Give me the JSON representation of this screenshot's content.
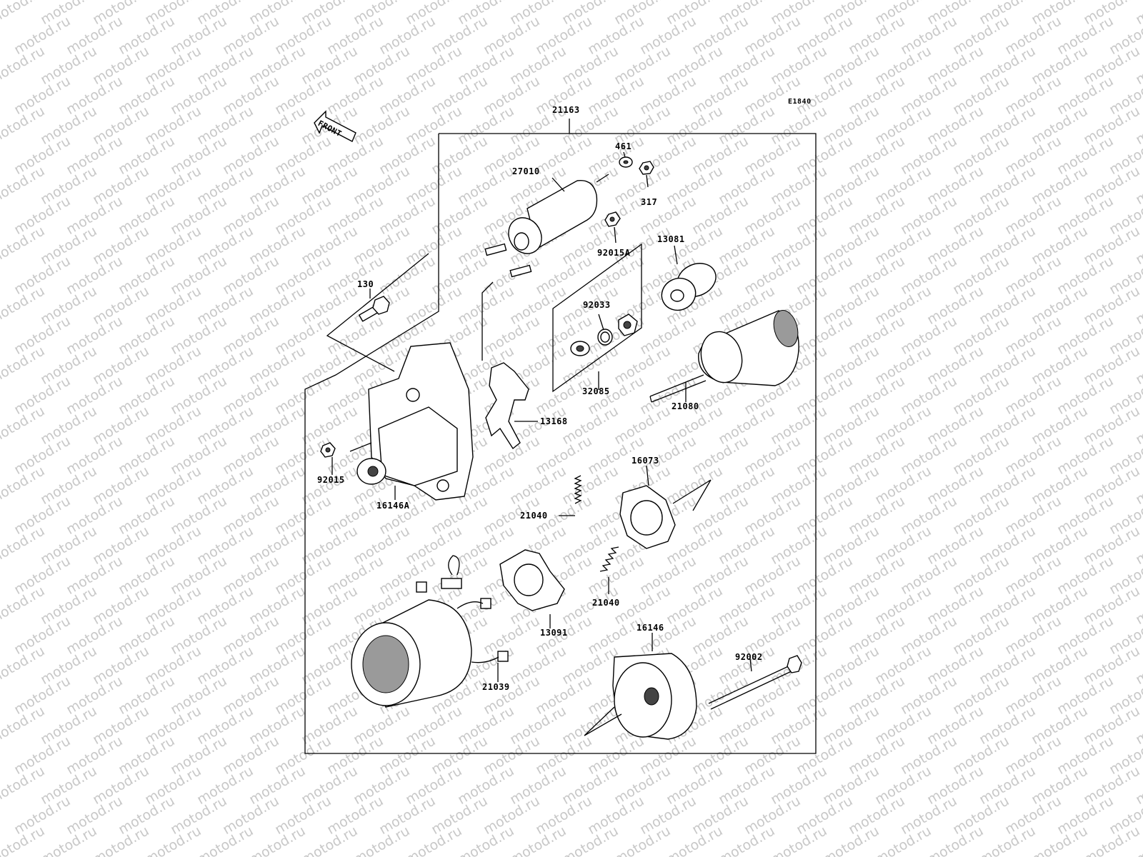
{
  "watermark": {
    "text": "motod.ru",
    "color": "#c8c8c8"
  },
  "diagram_code": "E1840",
  "front_marker": "FRONT",
  "parts": [
    {
      "id": "p21163",
      "number": "21163"
    },
    {
      "id": "p461",
      "number": "461"
    },
    {
      "id": "p27010",
      "number": "27010"
    },
    {
      "id": "p317",
      "number": "317"
    },
    {
      "id": "p92015A",
      "number": "92015A"
    },
    {
      "id": "p13081",
      "number": "13081"
    },
    {
      "id": "p130",
      "number": "130"
    },
    {
      "id": "p92033",
      "number": "92033"
    },
    {
      "id": "p32085",
      "number": "32085"
    },
    {
      "id": "p21080",
      "number": "21080"
    },
    {
      "id": "p13168",
      "number": "13168"
    },
    {
      "id": "p92015",
      "number": "92015"
    },
    {
      "id": "p16146A",
      "number": "16146A"
    },
    {
      "id": "p16073",
      "number": "16073"
    },
    {
      "id": "p21040a",
      "number": "21040"
    },
    {
      "id": "p21040b",
      "number": "21040"
    },
    {
      "id": "p13091",
      "number": "13091"
    },
    {
      "id": "p16146",
      "number": "16146"
    },
    {
      "id": "p92002",
      "number": "92002"
    },
    {
      "id": "p21039",
      "number": "21039"
    }
  ]
}
